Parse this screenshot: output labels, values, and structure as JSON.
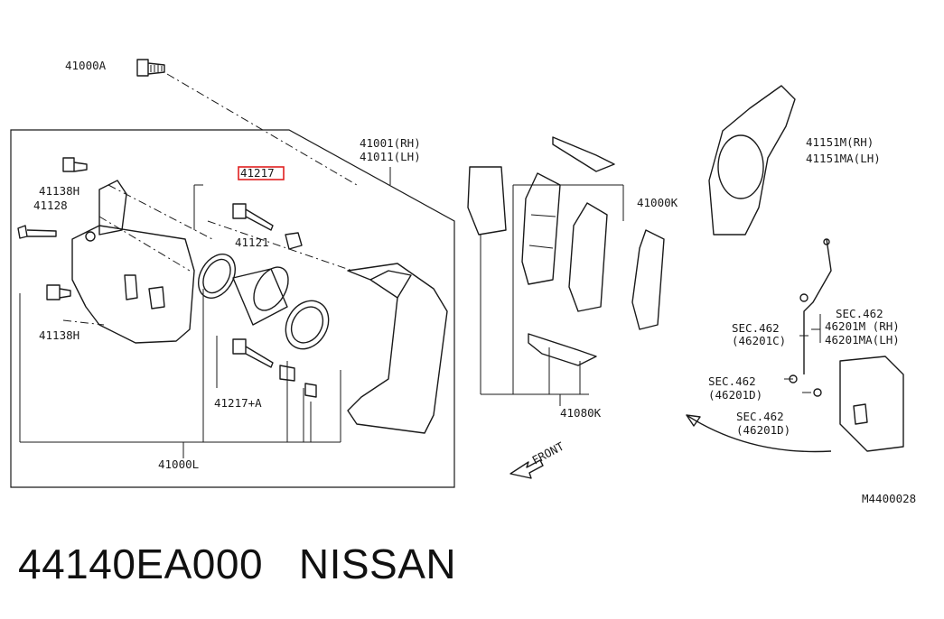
{
  "labels": {
    "bolt_41000A": "41000A",
    "caliper_rh": "41001(RH)",
    "caliper_lh": "41011(LH)",
    "bolt_41138H_top": "41138H",
    "pin_41128": "41128",
    "highlight_41217": "41217",
    "piston_41121": "41121",
    "bolt_41138H_bottom": "41138H",
    "bolt_41217A": "41217+A",
    "kit_41000L": "41000L",
    "pad_kit_41000K": "41000K",
    "hardware_41080K": "41080K",
    "shield_rh": "41151M(RH)",
    "shield_lh": "41151MA(LH)",
    "sec462_a1": "SEC.462",
    "sec462_a2": "(46201C)",
    "sec462_b1": "SEC.462",
    "sec462_b2": "46201M  (RH)",
    "sec462_b3": "46201MA(LH)",
    "sec462_c1": "SEC.462",
    "sec462_c2": "(46201D)",
    "sec462_d1": "SEC.462",
    "sec462_d2": "(46201D)",
    "front": "FRONT",
    "code": "M4400028"
  },
  "caption": {
    "part_number": "44140EA000",
    "brand": "NISSAN"
  },
  "colors": {
    "line": "#1a1a1a",
    "highlight": "#e02020"
  }
}
